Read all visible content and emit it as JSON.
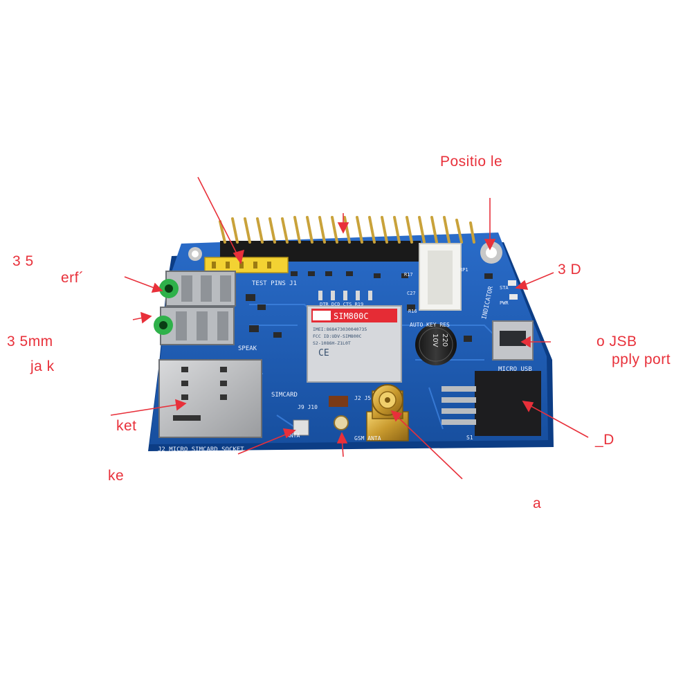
{
  "image": {
    "subject": "SIM800C module board",
    "background": "#ffffff",
    "annotation_color": "#e8303a",
    "pcb_color": "#1f5bb5"
  },
  "annotations": [
    {
      "id": "position-hole",
      "text": "Positio      le"
    },
    {
      "id": "led-top",
      "text": "3      D"
    },
    {
      "id": "usb-a",
      "text": "o JSB"
    },
    {
      "id": "usb-b",
      "text": "pply port"
    },
    {
      "id": "led-bottom",
      "text": "_D"
    },
    {
      "id": "audio-a",
      "text": "3 5"
    },
    {
      "id": "audio-b",
      "text": "erf´"
    },
    {
      "id": "audio-c",
      "text": "3 5mm"
    },
    {
      "id": "audio-d",
      "text": "ja k"
    },
    {
      "id": "socket",
      "text": "ket"
    },
    {
      "id": "socket-b",
      "text": "ke"
    },
    {
      "id": "stray",
      "text": "a"
    }
  ],
  "silkscreen": {
    "module_name": "SIM800C",
    "imei": "IMEI:868473030040735",
    "fcc": "FCC ID:UDV-SIM800C",
    "sn": "S2-1086H-Z1L0T",
    "ce": "CE",
    "test_pins": "TEST PINS J1",
    "speak": "SPEAK",
    "simcard": "SIMCARD",
    "indicator": "INDICATOR",
    "sta": "STA",
    "pwr": "PWR",
    "micro_usb": "MICRO USB",
    "bottom_label": "J2 MICRO SIMCARD SOCKET",
    "anta": "ANTA",
    "gsm_anta": "GSM ANTA",
    "j9j10": "J9 J10",
    "cap_value": "220",
    "cap_voltage": "10V",
    "auto_key": "AUTO    KEY RES",
    "pins_row": "DTR  DCD  CTS  R19",
    "j5": "J2 J5",
    "s1": "S1",
    "r17": "R17",
    "rp1": "RP1",
    "c27": "C27",
    "r16": "R16"
  }
}
